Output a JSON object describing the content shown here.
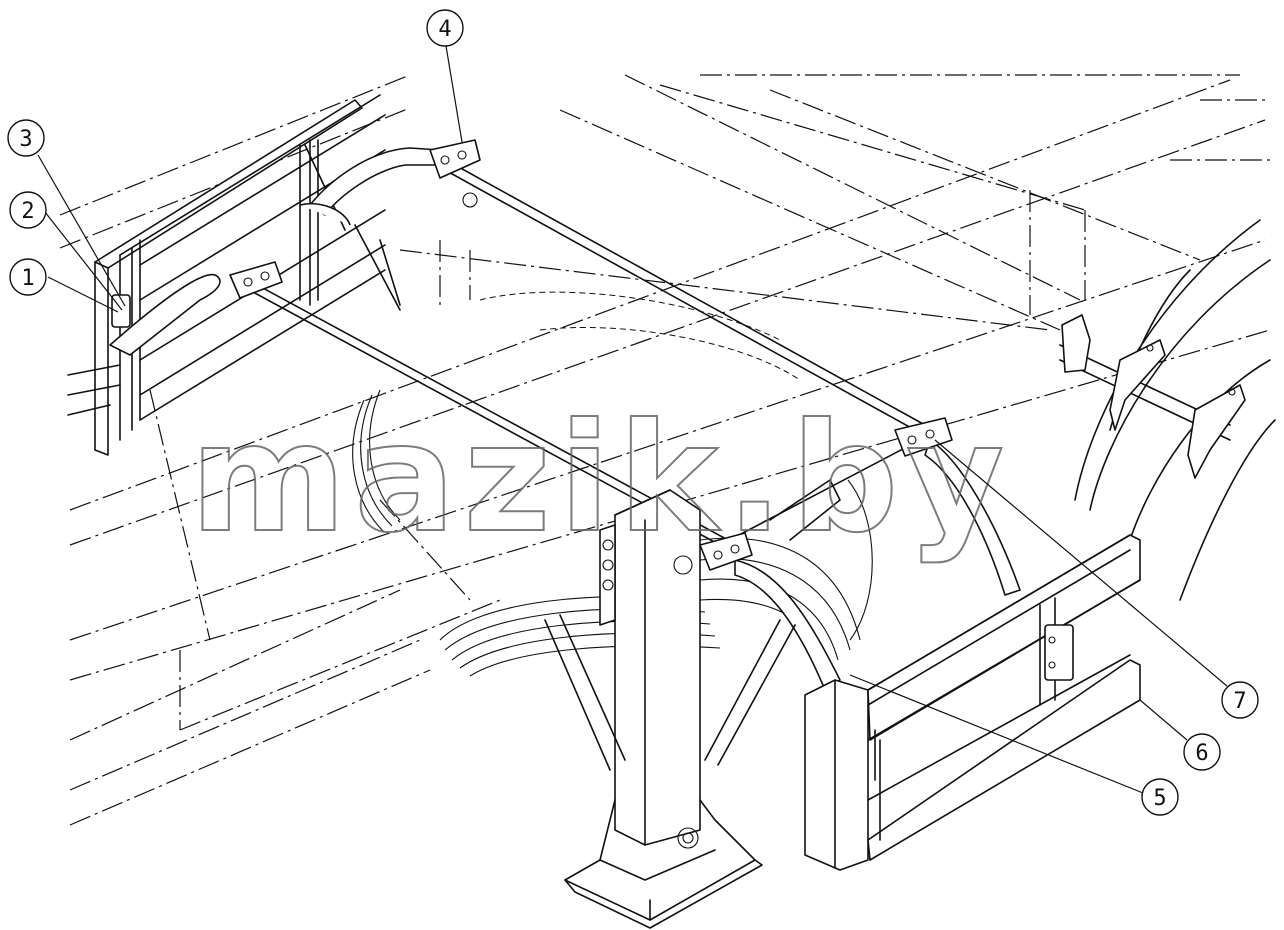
{
  "corner_mark": "",
  "watermark": "mazik.by",
  "callouts": [
    {
      "id": "1",
      "label": "1"
    },
    {
      "id": "2",
      "label": "2"
    },
    {
      "id": "3",
      "label": "3"
    },
    {
      "id": "4",
      "label": "4"
    },
    {
      "id": "5",
      "label": "5"
    },
    {
      "id": "6",
      "label": "6"
    },
    {
      "id": "7",
      "label": "7"
    }
  ]
}
